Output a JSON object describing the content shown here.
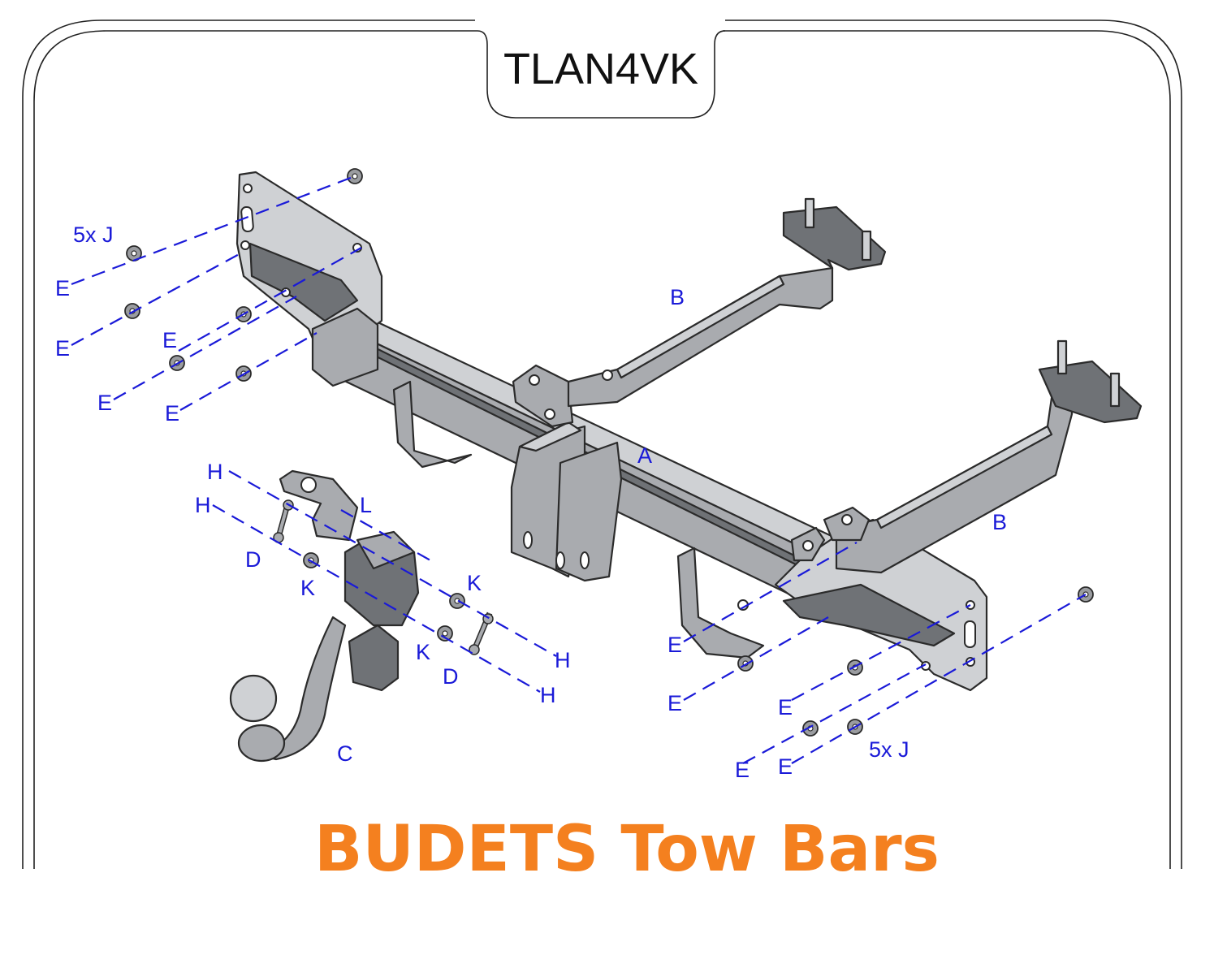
{
  "title": "TLAN4VK",
  "brand": "BUDETS Tow Bars",
  "colors": {
    "callout": "#1a1ad8",
    "brand": "#f4801f",
    "metal": "#a9abaf",
    "outline": "#2b2b2b"
  },
  "callouts": {
    "left_qty": "5x J",
    "right_qty": "5x J",
    "e": "E",
    "a": "A",
    "b": "B",
    "c": "C",
    "d": "D",
    "h": "H",
    "k": "K",
    "l": "L"
  }
}
